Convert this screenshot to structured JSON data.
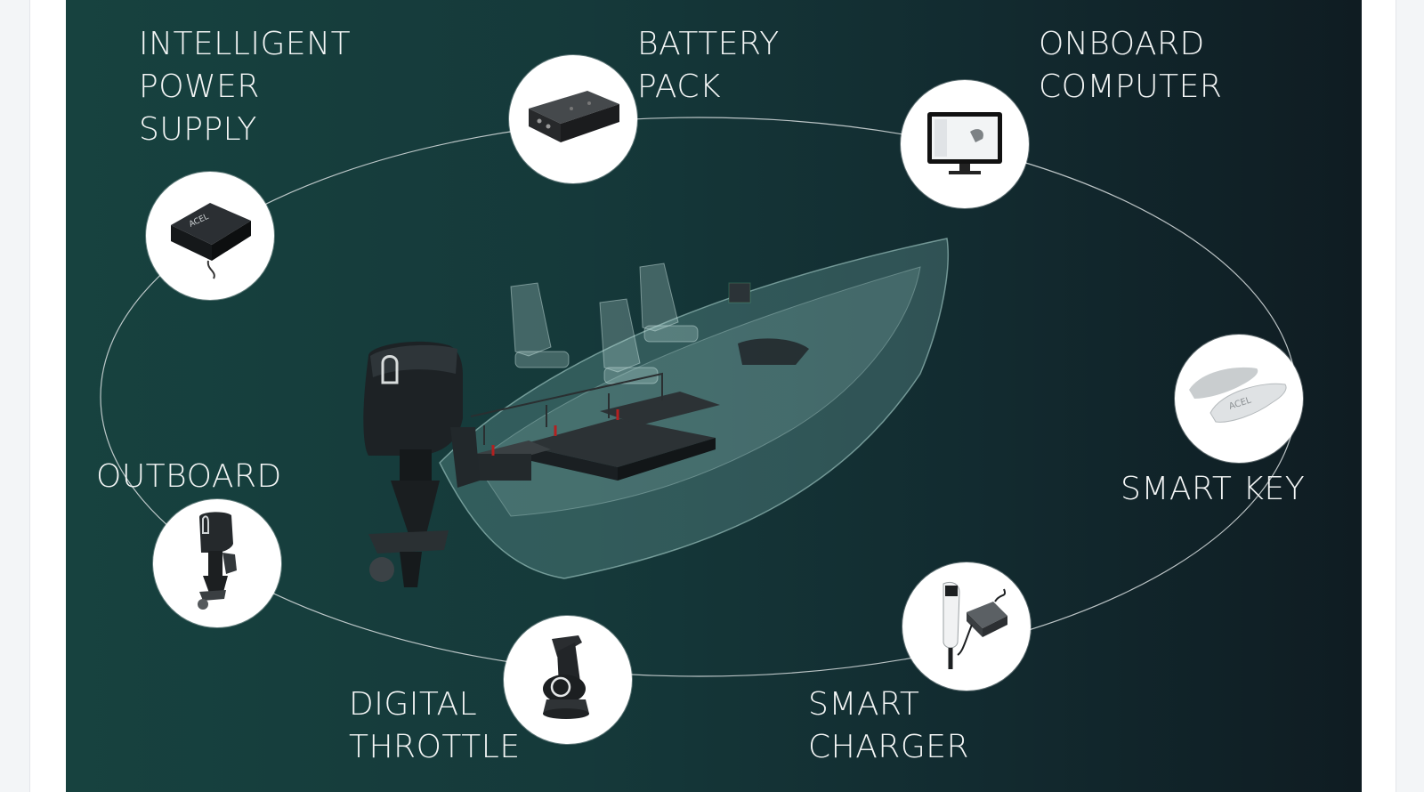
{
  "diagram": {
    "components": [
      {
        "id": "power-supply",
        "label": "INTELLIGENT\nPOWER\nSUPPLY",
        "icon": "power-supply-icon"
      },
      {
        "id": "battery",
        "label": "BATTERY\nPACK",
        "icon": "battery-pack-icon"
      },
      {
        "id": "computer",
        "label": "ONBOARD\nCOMPUTER",
        "icon": "onboard-computer-icon"
      },
      {
        "id": "key",
        "label": "SMART KEY",
        "icon": "smart-key-icon"
      },
      {
        "id": "charger",
        "label": "SMART\nCHARGER",
        "icon": "smart-charger-icon"
      },
      {
        "id": "throttle",
        "label": "DIGITAL\nTHROTTLE",
        "icon": "digital-throttle-icon"
      },
      {
        "id": "outboard",
        "label": "OUTBOARD",
        "icon": "outboard-icon"
      }
    ],
    "colors": {
      "background_start": "#17423f",
      "background_end": "#0f1c22",
      "text": "#f4f6f6",
      "ring": "#d9dfe0",
      "node_fill": "#ffffff"
    },
    "central_image": "boat-with-electric-outboard-icon"
  }
}
